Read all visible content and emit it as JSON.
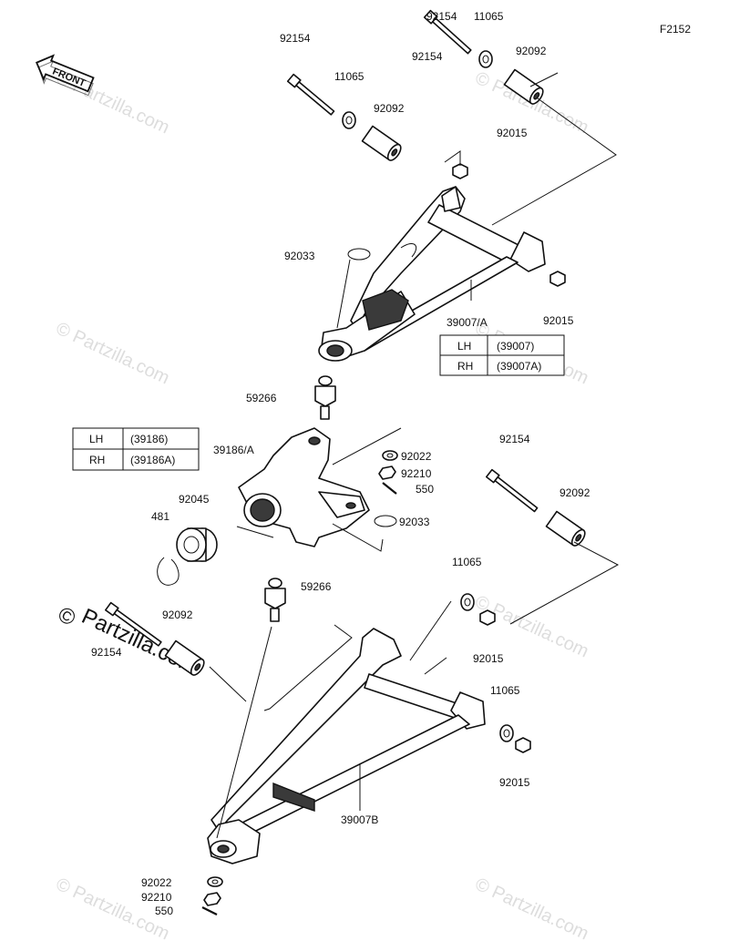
{
  "figure_code": "F2152",
  "front_label": "FRONT",
  "watermark": "© Partzilla.com",
  "watermark_short": "Partzilla.com",
  "copyright_symbol": "©",
  "tables": {
    "upper_arm": {
      "rows": [
        {
          "side": "LH",
          "part": "(39007)"
        },
        {
          "side": "RH",
          "part": "(39007A)"
        }
      ]
    },
    "knuckle": {
      "rows": [
        {
          "side": "LH",
          "part": "(39186)"
        },
        {
          "side": "RH",
          "part": "(39186A)"
        }
      ]
    }
  },
  "callouts": {
    "c1": "92154",
    "c2": "11065",
    "c3": "92154",
    "c4": "92092",
    "c5": "92154",
    "c6": "11065",
    "c7": "92092",
    "c8": "92015",
    "c9": "92033",
    "c10": "92015",
    "c11": "39007/A",
    "c12": "59266",
    "c13": "39186/A",
    "c14": "92022",
    "c15": "92210",
    "c16": "550",
    "c17": "92154",
    "c18": "92092",
    "c19": "92045",
    "c20": "481",
    "c21": "92033",
    "c22": "59266",
    "c23": "11065",
    "c24": "92092",
    "c25": "92154",
    "c26": "92015",
    "c27": "11065",
    "c28": "92015",
    "c29": "39007B",
    "c30": "92022",
    "c31": "92210",
    "c32": "550"
  }
}
